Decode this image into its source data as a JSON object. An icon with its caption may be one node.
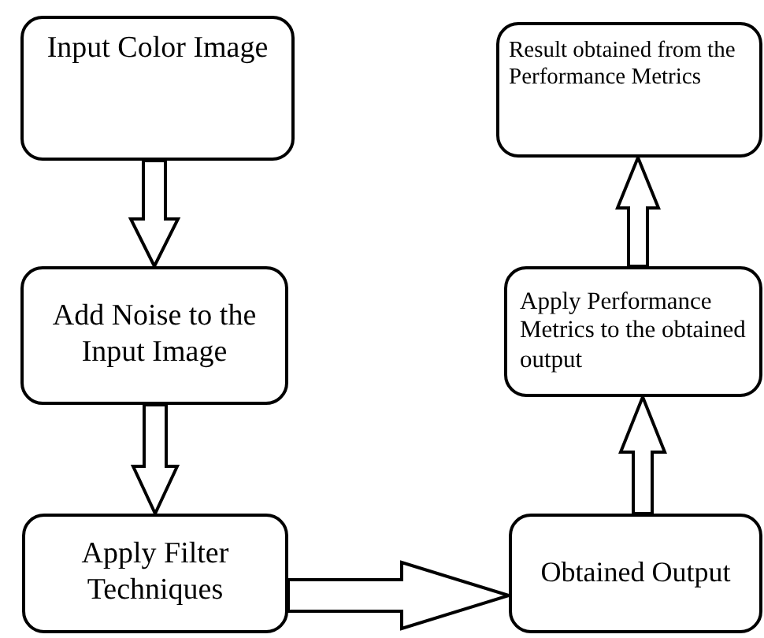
{
  "diagram": {
    "nodes": [
      {
        "text": [
          "Input Color Image"
        ]
      },
      {
        "text": [
          "Add Noise to the Input Image"
        ]
      },
      {
        "text": [
          "Apply Filter Techniques"
        ]
      },
      {
        "text": [
          "Obtained Output"
        ]
      },
      {
        "text": [
          "Apply Performance Metrics to the obtained output"
        ]
      },
      {
        "text": [
          "Result obtained from the Performance Metrics"
        ]
      }
    ],
    "edges": [
      {
        "from": 0,
        "to": 1,
        "arrow": "to"
      },
      {
        "from": 1,
        "to": 2,
        "arrow": "to"
      },
      {
        "from": 2,
        "to": 3,
        "arrow": "to"
      },
      {
        "from": 3,
        "to": 4,
        "arrow": "to"
      },
      {
        "from": 4,
        "to": 5,
        "arrow": "to"
      }
    ]
  }
}
